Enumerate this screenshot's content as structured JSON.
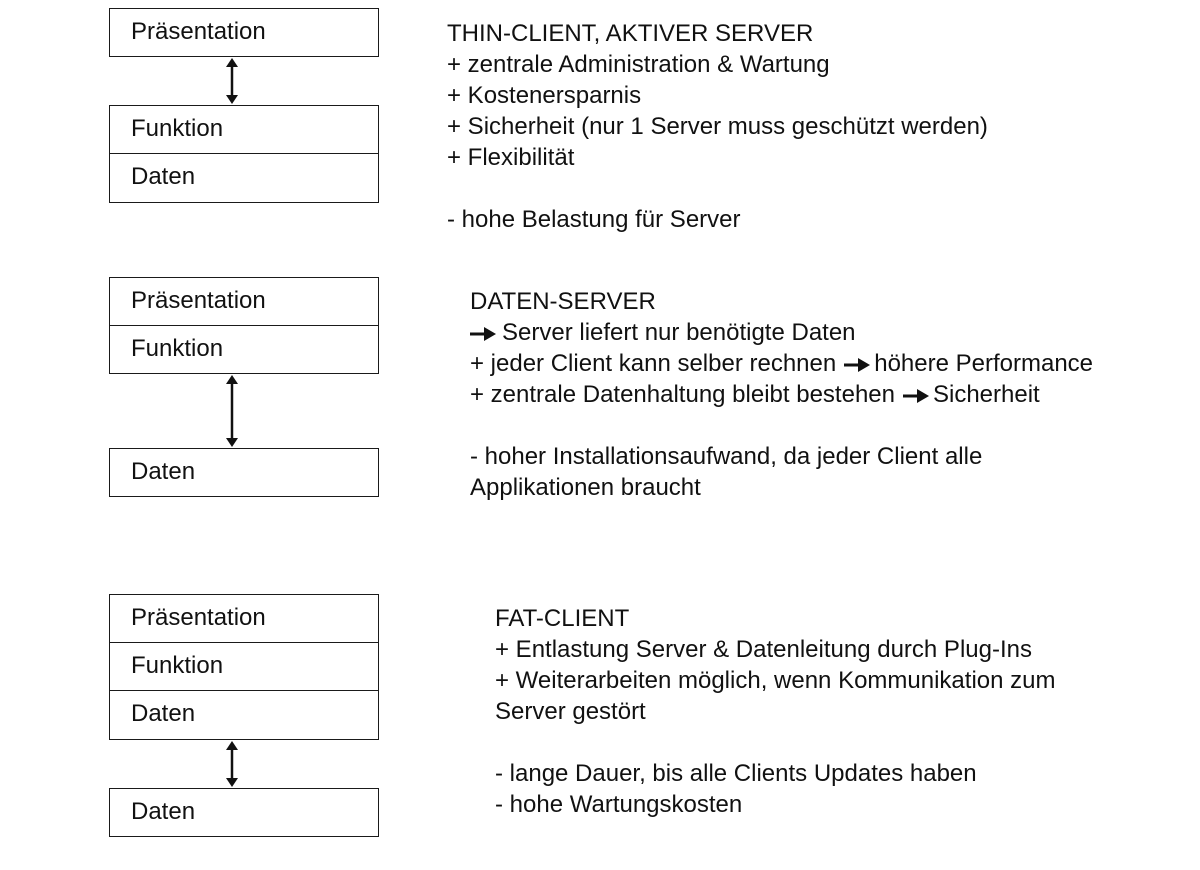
{
  "sections": [
    {
      "layers": [
        "Präsentation",
        "Funktion",
        "Daten"
      ],
      "title": "THIN-CLIENT, AKTIVER SERVER",
      "lines": [
        "+ zentrale Administration & Wartung",
        "+ Kostenersparnis",
        "+ Sicherheit (nur 1 Server muss geschützt werden)",
        "+ Flexibilität"
      ],
      "cons": [
        "- hohe Belastung für Server"
      ]
    },
    {
      "layers": [
        "Präsentation",
        "Funktion",
        "Daten"
      ],
      "title": "DATEN-SERVER",
      "arrow_line": "Server liefert nur benötigte Daten",
      "line2_a": "+ jeder Client kann selber rechnen",
      "line2_b": "höhere Performance",
      "line3_a": "+ zentrale Datenhaltung bleibt bestehen",
      "line3_b": "Sicherheit",
      "cons": [
        "- hoher Installationsaufwand, da jeder Client alle",
        "Applikationen braucht"
      ]
    },
    {
      "layers": [
        "Präsentation",
        "Funktion",
        "Daten",
        "Daten"
      ],
      "title": "FAT-CLIENT",
      "lines": [
        "+ Entlastung Server & Datenleitung durch Plug-Ins",
        "+ Weiterarbeiten möglich, wenn Kommunikation zum",
        "Server gestört"
      ],
      "cons": [
        "- lange Dauer, bis alle Clients Updates haben",
        "- hohe Wartungskosten"
      ]
    }
  ],
  "icons": {
    "double_arrow": "double-headed-vertical-arrow-icon",
    "right_arrow": "right-arrow-icon"
  }
}
